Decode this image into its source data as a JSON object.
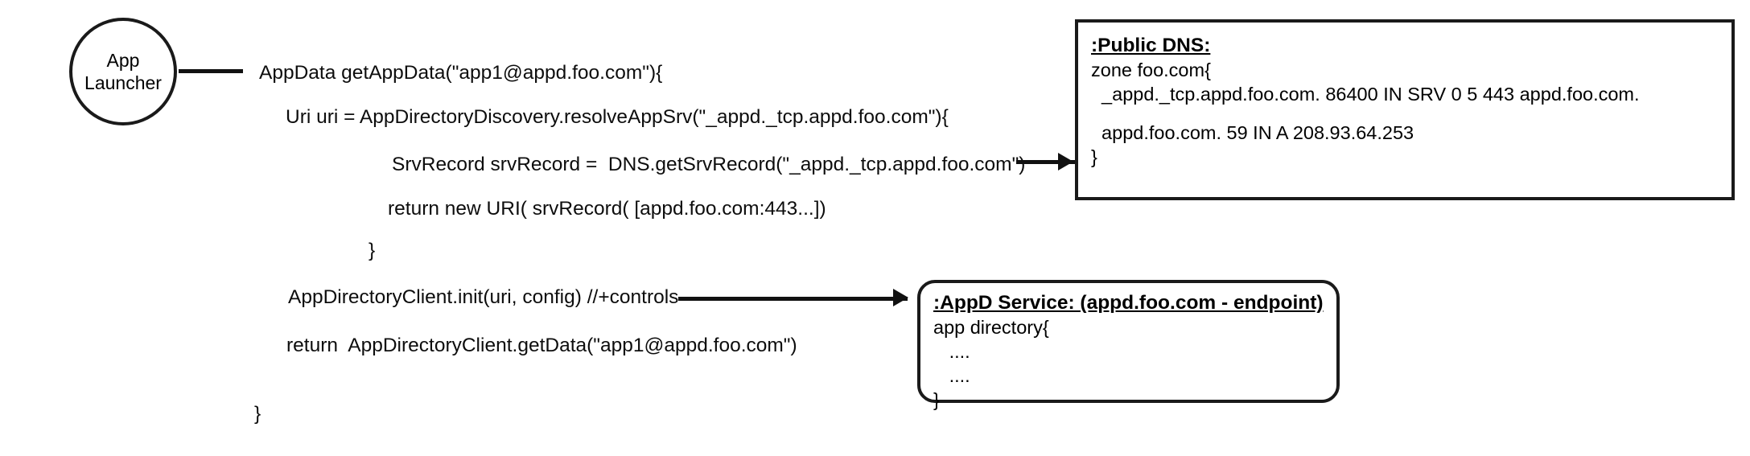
{
  "diagram": {
    "actor": {
      "name": "App Launcher",
      "line1": "App",
      "line2": "Launcher"
    },
    "code_lines": [
      {
        "id": "get-app-data",
        "text": "AppData getAppData(\"app1@appd.foo.com\"){"
      },
      {
        "id": "resolve-app-srv",
        "text": "Uri uri = AppDirectoryDiscovery.resolveAppSrv(\"_appd._tcp.appd.foo.com\"){"
      },
      {
        "id": "get-srv-record",
        "text": "SrvRecord srvRecord =  DNS.getSrvRecord(\"_appd._tcp.appd.foo.com\")"
      },
      {
        "id": "return-new-uri",
        "text": "return new URI( srvRecord( [appd.foo.com:443...])"
      },
      {
        "id": "close-brace-inner",
        "text": "}"
      },
      {
        "id": "client-init",
        "text": "AppDirectoryClient.init(uri, config) //+controls"
      },
      {
        "id": "return-get-data",
        "text": "return  AppDirectoryClient.getData(\"app1@appd.foo.com\")"
      },
      {
        "id": "close-brace-outer",
        "text": "}"
      }
    ],
    "public_dns_box": {
      "title": ":Public DNS:",
      "rows": [
        "zone foo.com{",
        "  _appd._tcp.appd.foo.com. 86400 IN SRV 0 5 443 appd.foo.com.",
        "  appd.foo.com. 59 IN A 208.93.64.253",
        "}"
      ]
    },
    "appd_service_box": {
      "title": ":AppD Service: (appd.foo.com - endpoint)",
      "rows": [
        "app directory{",
        "   ....",
        "   ....",
        "}"
      ]
    },
    "colors": {
      "stroke": "#1a1a1a",
      "text": "#0d0d0d",
      "background": "#ffffff"
    }
  }
}
